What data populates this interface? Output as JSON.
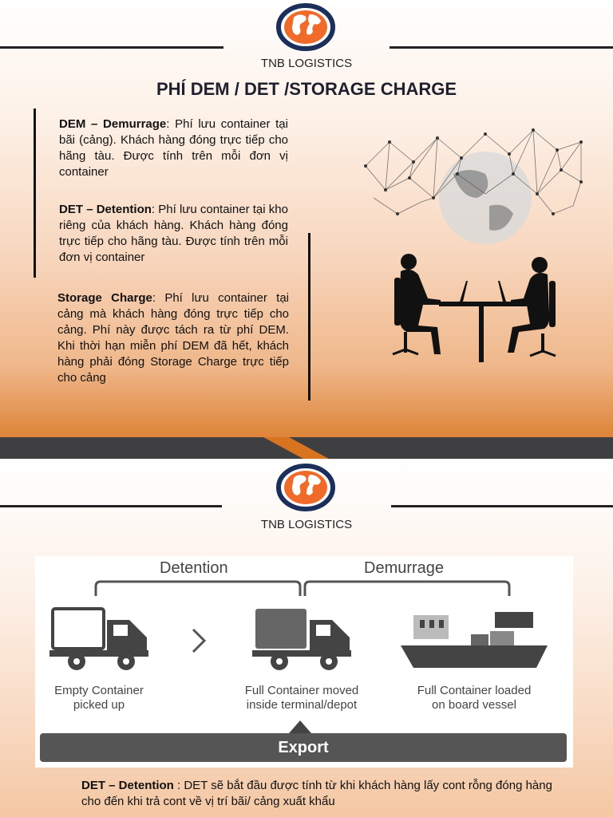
{
  "slide1": {
    "brand": "TNB LOGISTICS",
    "title": "PHÍ DEM / DET /STORAGE CHARGE",
    "dem": {
      "term": "DEM – Demurrage",
      "text": ": Phí lưu container tại bãi (cảng). Khách hàng đóng trực tiếp cho hãng tàu. Được tính trên mỗi đơn vị container"
    },
    "det": {
      "term": "DET – Detention",
      "text": ": Phí lưu container tại kho riêng của khách hàng. Khách hàng đóng trực tiếp cho hãng tàu. Được tính trên mỗi đơn vị container"
    },
    "storage": {
      "term": "Storage Charge",
      "text": ": Phí lưu container tại cảng mà khách hàng đóng trực tiếp cho cảng. Phí này được tách ra từ phí DEM. Khi thời hạn miễn phí DEM đã hết, khách hàng phải đóng Storage Charge trực tiếp cho cảng"
    }
  },
  "slide2": {
    "brand": "TNB LOGISTICS",
    "diagram": {
      "detention_label": "Detention",
      "demurrage_label": "Demurrage",
      "captions": [
        {
          "line1": "Empty Container",
          "line2": "picked up"
        },
        {
          "line1": "Full Container moved",
          "line2": "inside terminal/depot"
        },
        {
          "line1": "Full Container loaded",
          "line2": "on board vessel"
        }
      ],
      "export_label": "Export"
    },
    "note": {
      "term": "DET – Detention",
      "text": " : DET sẽ bắt đầu được tính từ khi khách hàng lấy cont rỗng đóng hàng cho đến khi trả cont về vị trí bãi/ cảng xuất khẩu"
    }
  },
  "colors": {
    "accent": "#d8741f",
    "dark_band": "#3f3f42",
    "logo_orange": "#f06a2a",
    "logo_navy": "#1c2f5a"
  }
}
